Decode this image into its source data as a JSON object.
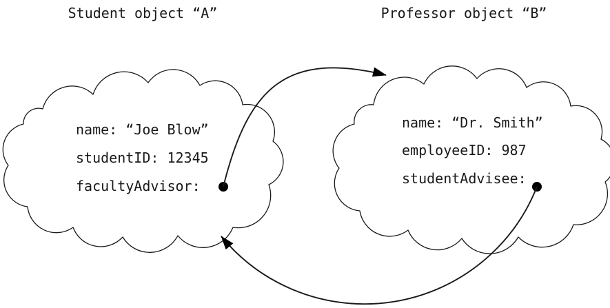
{
  "colors": {
    "ink": "#000000",
    "background": "#ffffff"
  },
  "titles": {
    "student": "Student object “A”",
    "professor": "Professor object “B”"
  },
  "student_object": {
    "fields": {
      "name": "name: “Joe Blow”",
      "student_id": "studentID: 12345",
      "faculty_advisor": "facultyAdvisor:"
    }
  },
  "professor_object": {
    "fields": {
      "name": "name: “Dr. Smith”",
      "employee_id": "employeeID: 987",
      "student_advisee": "studentAdvisee:"
    }
  },
  "references": [
    {
      "field": "facultyAdvisor",
      "from": "Student object “A”",
      "to": "Professor object “B”"
    },
    {
      "field": "studentAdvisee",
      "from": "Professor object “B”",
      "to": "Student object “A”"
    }
  ]
}
